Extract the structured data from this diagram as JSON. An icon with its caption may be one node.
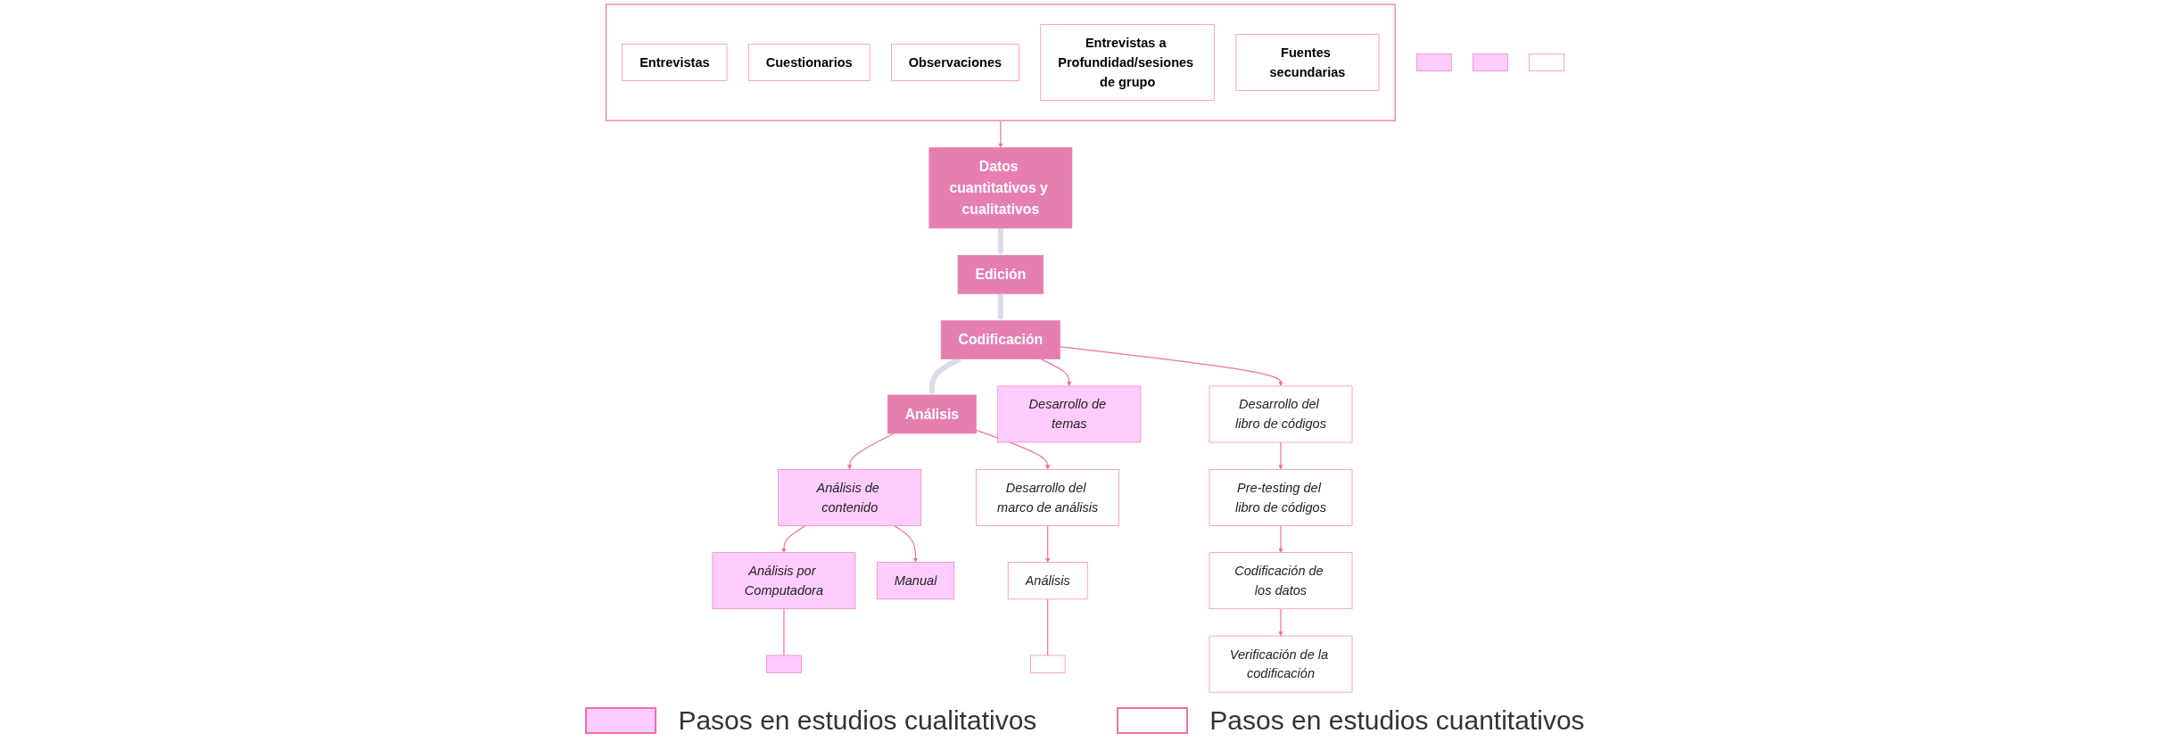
{
  "diagram": {
    "nodes": [
      {
        "text": [
          "Datos cuantitativos y cualitativos"
        ]
      },
      {
        "text": [
          "Edición"
        ]
      },
      {
        "text": [
          "Codificación"
        ]
      },
      {
        "text": [
          "Análisis"
        ]
      },
      {
        "text": [],
        "shape": "box"
      },
      {
        "text": [
          "Entrevistas"
        ],
        "in": 4
      },
      {
        "text": [
          "Cuestionarios"
        ],
        "in": 4
      },
      {
        "text": [
          "Observaciones"
        ],
        "in": 4
      },
      {
        "text": [
          "Entrevistas a Profundidad/sesiones de grupo"
        ],
        "in": 4
      },
      {
        "text": [
          "Fuentes secundarias"
        ],
        "in": 4
      },
      {
        "text": [
          "Desarrollo de temas"
        ]
      },
      {
        "text": [
          "Desarrollo del libro de códigos"
        ]
      },
      {
        "text": [
          "Pre-testing del libro de códigos"
        ]
      },
      {
        "text": [
          "Codificación de los datos"
        ]
      },
      {
        "text": [
          "Verificación de la codificación"
        ]
      },
      {
        "text": [
          "Análisis de contenido"
        ]
      },
      {
        "text": [
          "Análisis por Computadora"
        ]
      },
      {
        "text": [
          "Manual"
        ]
      },
      {
        "text": [],
        "shape": "box"
      },
      {
        "text": [],
        "shape": "box"
      },
      {
        "text": [],
        "shape": "box"
      },
      {
        "text": [
          "Desarrollo del marco de análisis"
        ]
      },
      {
        "text": [
          "Análisis"
        ]
      },
      {
        "text": [],
        "shape": "box"
      },
      {
        "text": [],
        "shape": "box"
      }
    ],
    "edges": [
      {
        "from": 0,
        "to": 1,
        "arrow": "to",
        "style": "thick",
        "color": "#dadde8"
      },
      {
        "from": 1,
        "to": 2,
        "arrow": "to",
        "style": "thick",
        "color": "#dadde8"
      },
      {
        "from": 2,
        "to": 3,
        "arrow": "to",
        "style": "thick",
        "color": "#dadde8"
      },
      {
        "from": 4,
        "to": 0,
        "arrow": "to"
      },
      {
        "from": 2,
        "to": 10,
        "arrow": "to"
      },
      {
        "from": 2,
        "to": 11,
        "arrow": "to"
      },
      {
        "from": 3,
        "to": 15,
        "arrow": "to"
      },
      {
        "from": 3,
        "to": 21,
        "arrow": "to"
      },
      {
        "from": 11,
        "to": 12,
        "arrow": "to"
      },
      {
        "from": 12,
        "to": 13,
        "arrow": "to"
      },
      {
        "from": 13,
        "to": 14,
        "arrow": "to"
      },
      {
        "from": 15,
        "to": 16,
        "arrow": "to"
      },
      {
        "from": 15,
        "to": 17,
        "arrow": "to"
      },
      {
        "from": 16,
        "to": 18,
        "arrow": "none"
      },
      {
        "from": 21,
        "to": 22,
        "arrow": "to"
      },
      {
        "from": 22,
        "to": 23,
        "arrow": "none"
      }
    ],
    "legend": [
      {
        "text": "Pasos en estudios cualitativos",
        "color": "#ffccff"
      },
      {
        "text": "Pasos en estudios cuantitativos",
        "color": "#ffffff"
      }
    ]
  }
}
